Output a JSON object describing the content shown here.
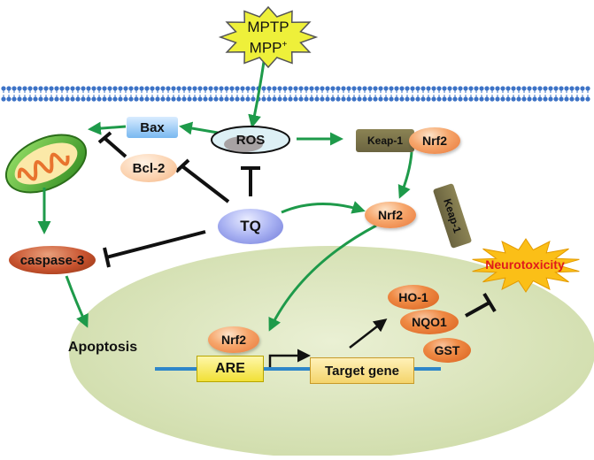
{
  "stress": {
    "line1": "MPTP",
    "line2_base": "MPP",
    "line2_sup": "+"
  },
  "nodes": {
    "ros": "ROS",
    "bax": "Bax",
    "bcl2": "Bcl-2",
    "tq": "TQ",
    "caspase3": "caspase-3",
    "apoptosis": "Apoptosis",
    "keap1_complex": "Keap-1",
    "nrf2_complex": "Nrf2",
    "nrf2_free": "Nrf2",
    "keap1_free": "Keap-1",
    "nrf2_nucleus": "Nrf2",
    "are": "ARE",
    "target_gene": "Target gene",
    "ho1": "HO-1",
    "nqo1": "NQO1",
    "gst": "GST",
    "neurotoxicity": "Neurotoxicity"
  },
  "colors": {
    "arrow": "#1e9a4a",
    "inhibit": "#111111",
    "nucleus": "#dfe8c3",
    "membrane": "#3d73c6",
    "dna": "#2e86c9",
    "neurotoxicity_text": "#e01b1b"
  },
  "icons": {
    "mitochondrion": "mitochondrion-icon",
    "membrane": "cell-membrane-icon"
  }
}
